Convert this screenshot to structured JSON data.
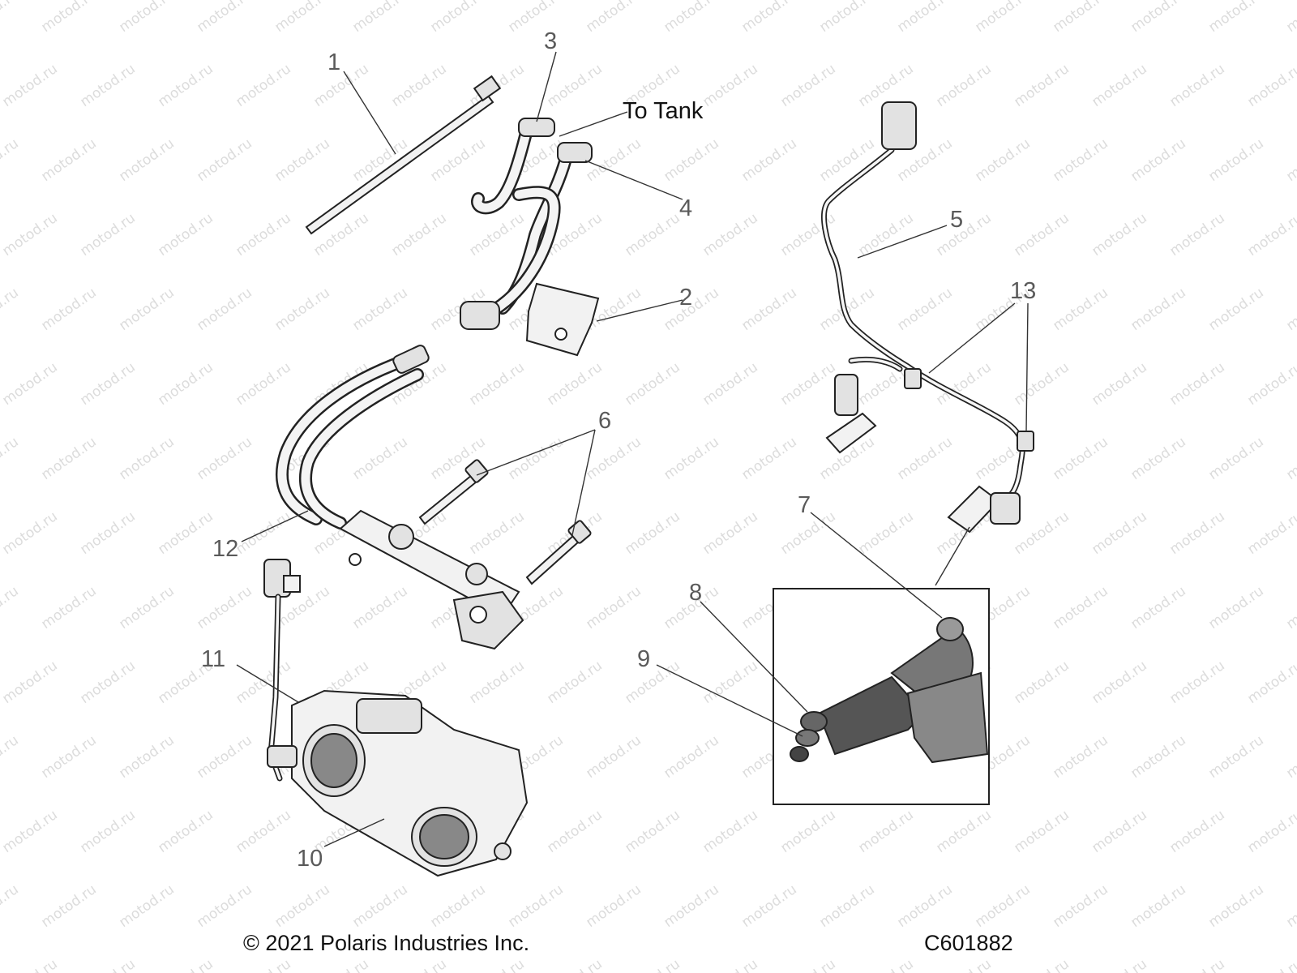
{
  "watermark": "motod.ru",
  "callouts": {
    "c1": "1",
    "c2": "2",
    "c3": "3",
    "c4": "4",
    "c5": "5",
    "c6": "6",
    "c7": "7",
    "c8": "8",
    "c9": "9",
    "c10": "10",
    "c11": "11",
    "c12": "12",
    "c13": "13"
  },
  "note_to_tank": "To Tank",
  "footer": {
    "copyright": "© 2021 Polaris Industries Inc.",
    "figure_code": "C601882"
  }
}
